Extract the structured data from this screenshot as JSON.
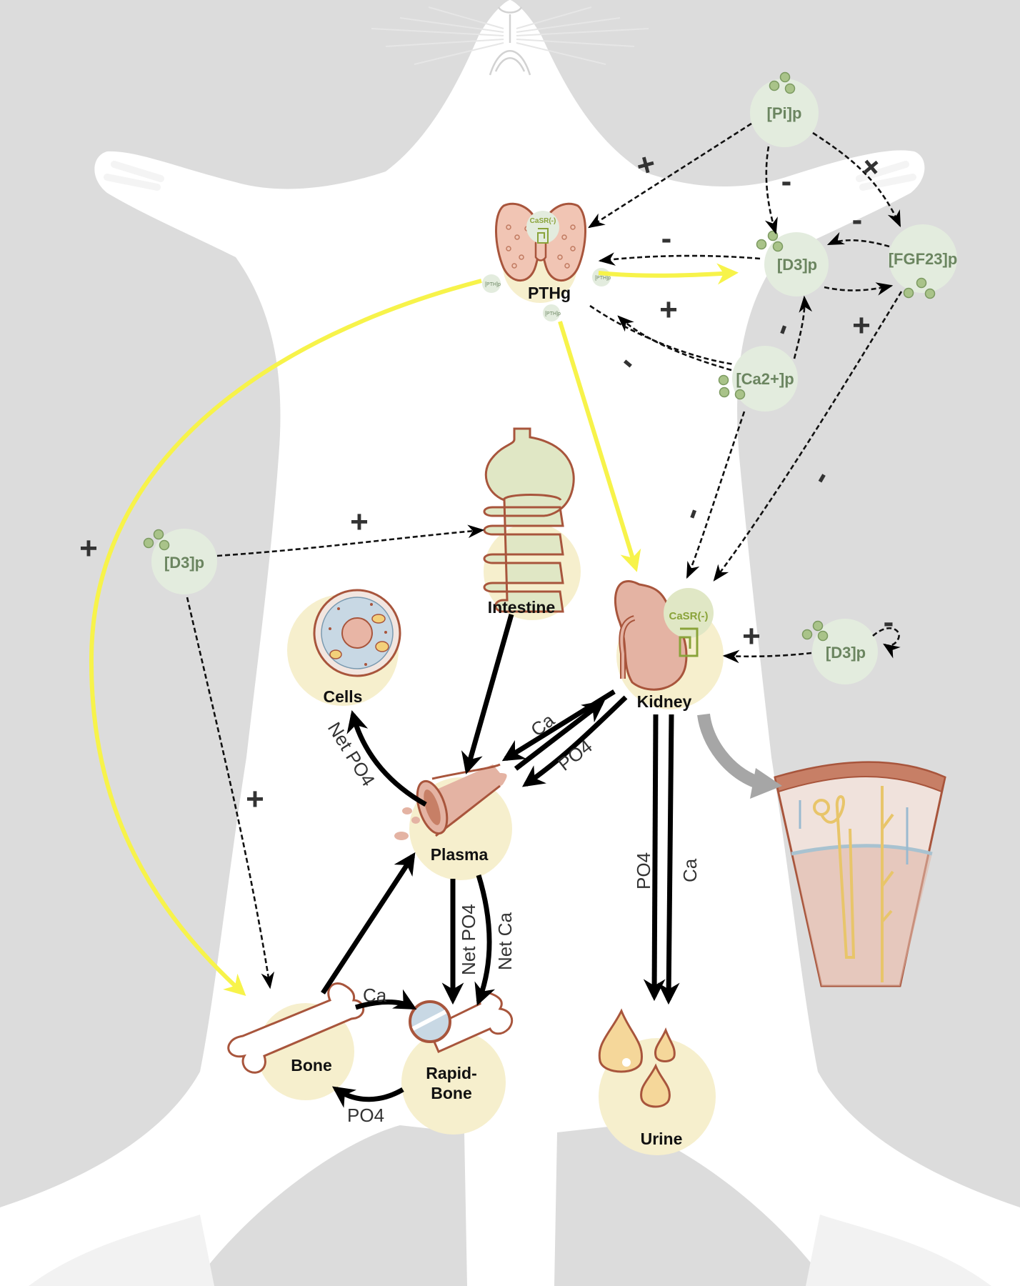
{
  "organs": {
    "pthg": "PTHg",
    "casr_small": "CaSR(-)",
    "pth_badge": "[PTH]p",
    "intestine": "Intestine",
    "cells": "Cells",
    "kidney": "Kidney",
    "casr_kidney": "CaSR(-)",
    "plasma": "Plasma",
    "bone": "Bone",
    "rapid_bone_line1": "Rapid-",
    "rapid_bone_line2": "Bone",
    "urine": "Urine"
  },
  "hormones": {
    "pi": "[Pi]p",
    "d3_top": "[D3]p",
    "fgf23": "[FGF23]p",
    "ca2": "[Ca2+]p",
    "d3_left": "[D3]p",
    "d3_right": "[D3]p"
  },
  "flow_labels": {
    "net_po4_cells": "Net PO4",
    "ca_kidney": "Ca",
    "po4_kidney": "PO4",
    "net_po4_rapid": "Net PO4",
    "net_ca_rapid": "Net Ca",
    "ca_bone": "Ca",
    "po4_bone": "PO4",
    "po4_urine": "PO4",
    "ca_urine": "Ca"
  },
  "signs": {
    "pi_pthg": "+",
    "pi_d3": "-",
    "pi_fgf23": "+",
    "d3_pthg": "-",
    "fgf23_d3": "-",
    "ca_pthg_plus": "+",
    "ca_pthg_minus": "-",
    "ca_d3": "-",
    "fgf23_kidney_plus": "+",
    "fgf23_kidney_minus": "-",
    "ca_kidney": "-",
    "pth_bone": "+",
    "d3_intestine": "+",
    "d3_bone": "+",
    "d3_kidney": "+",
    "d3_self": "-"
  },
  "colors": {
    "background": "#dcdcdc",
    "rat_body": "#ffffff",
    "organ_circle": "#f6efcd",
    "hormone_circle": "#e3ecde",
    "hormone_text": "#6b8560",
    "yellow_arrow": "#f7f34a",
    "tissue": "#e4b3a3",
    "tissue_outline": "#a8553c"
  }
}
